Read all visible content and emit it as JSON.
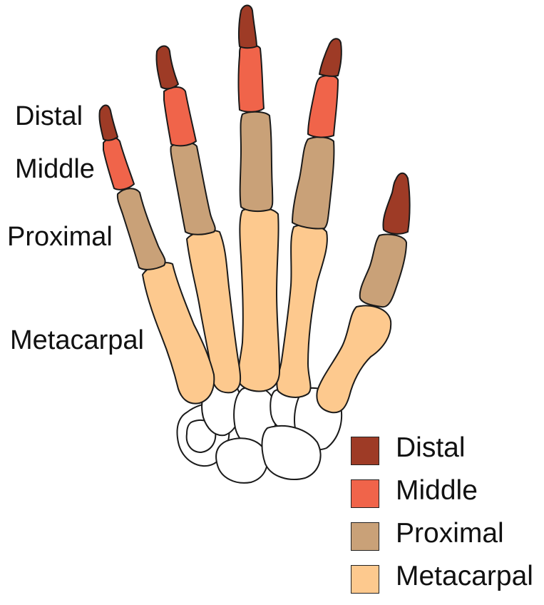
{
  "labels": {
    "distal": "Distal",
    "middle": "Middle",
    "proximal": "Proximal",
    "metacarpal": "Metacarpal"
  },
  "legend": [
    {
      "name": "distal",
      "label": "Distal",
      "color": "#9e3b26"
    },
    {
      "name": "middle",
      "label": "Middle",
      "color": "#f0644a"
    },
    {
      "name": "proximal",
      "label": "Proximal",
      "color": "#c9a178"
    },
    {
      "name": "metacarpal",
      "label": "Metacarpal",
      "color": "#fdc98e"
    }
  ],
  "colors": {
    "distal": "#9e3b26",
    "middle": "#f0644a",
    "proximal": "#c9a178",
    "metacarpal": "#fdc98e",
    "carpal": "#ffffff",
    "outline": "#1a1a1a"
  }
}
